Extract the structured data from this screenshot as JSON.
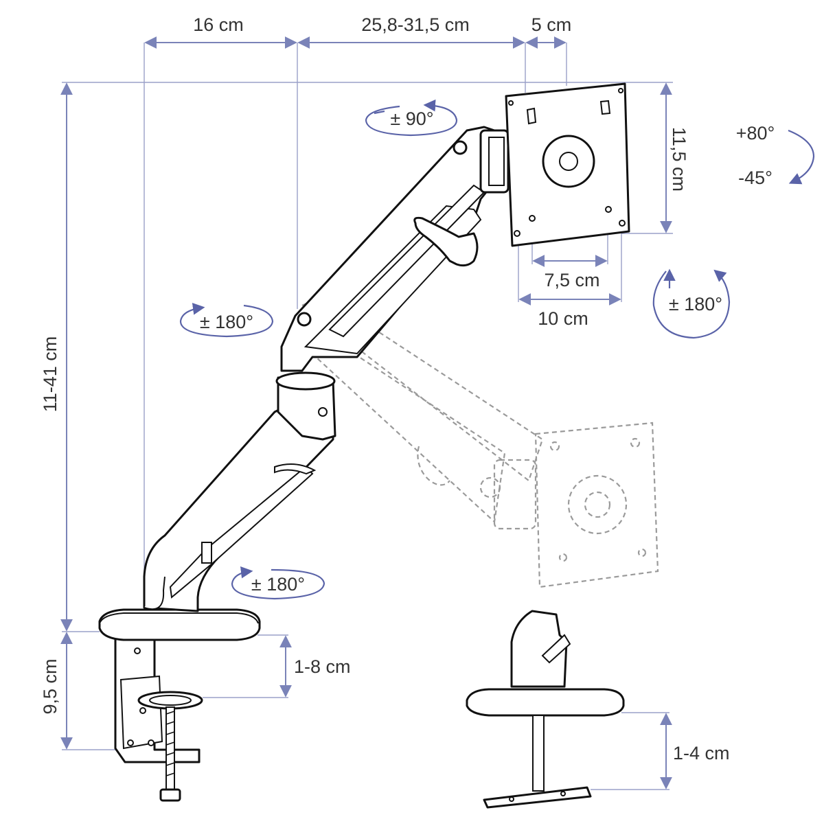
{
  "dimensions": {
    "base_to_joint": "16 cm",
    "arm_reach": "25,8-31,5 cm",
    "head_offset": "5 cm",
    "vertical_range": "11-41 cm",
    "plate_height": "11,5 cm",
    "vesa_small": "7,5 cm",
    "vesa_large": "10 cm",
    "clamp_height": "9,5 cm",
    "clamp_desk": "1-8 cm",
    "grommet_desk": "1-4 cm"
  },
  "rotations": {
    "head_swivel": "± 90°",
    "tilt_up": "+80°",
    "tilt_down": "-45°",
    "screen_rotation": "± 180°",
    "elbow_swivel": "± 180°",
    "base_swivel": "± 180°"
  },
  "colors": {
    "dimension_line": "#7a83b8",
    "rotation_arrow": "#5a63a8",
    "outline": "#111111",
    "ghost_outline": "#9a9a9a"
  }
}
